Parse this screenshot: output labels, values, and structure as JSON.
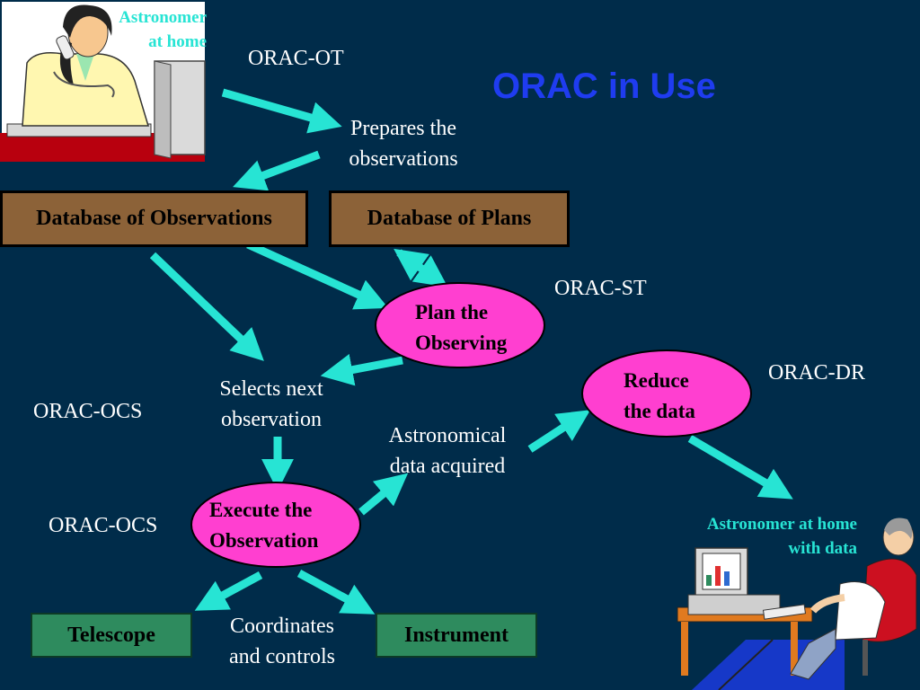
{
  "title": "ORAC in Use",
  "system_labels": {
    "ot": "ORAC-OT",
    "st": "ORAC-ST",
    "dr": "ORAC-DR",
    "ocs_select": "ORAC-OCS",
    "ocs_execute": "ORAC-OCS"
  },
  "actors": {
    "home": {
      "line1": "Astronomer",
      "line2": "at home"
    },
    "with_data": {
      "line1": "Astronomer at home",
      "line2": "with data"
    }
  },
  "boxes": {
    "db_observations": "Database of Observations",
    "db_plans": "Database of Plans",
    "telescope": "Telescope",
    "instrument": "Instrument"
  },
  "processes": {
    "plan": {
      "line1": "Plan the",
      "line2": "Observing"
    },
    "reduce": {
      "line1": "Reduce",
      "line2": "the data"
    },
    "execute": {
      "line1": "Execute the",
      "line2": "Observation"
    }
  },
  "steps": {
    "prepares": {
      "line1": "Prepares the",
      "line2": "observations"
    },
    "selects": {
      "line1": "Selects next",
      "line2": "observation"
    },
    "acquired": {
      "line1": "Astronomical",
      "line2": "data acquired"
    },
    "coords": {
      "line1": "Coordinates",
      "line2": "and controls"
    }
  },
  "colors": {
    "background": "#002c4a",
    "arrow": "#27e4d4",
    "title": "#1f3cf0",
    "process_fill": "#ff3fd0",
    "database_fill": "#8c6238",
    "hardware_fill": "#2e8b5e",
    "actor_label": "#27e4d4"
  },
  "icons": {
    "astronomer_home": "woman-on-phone-at-desk-icon",
    "astronomer_with_data": "man-relaxing-at-computer-icon"
  }
}
